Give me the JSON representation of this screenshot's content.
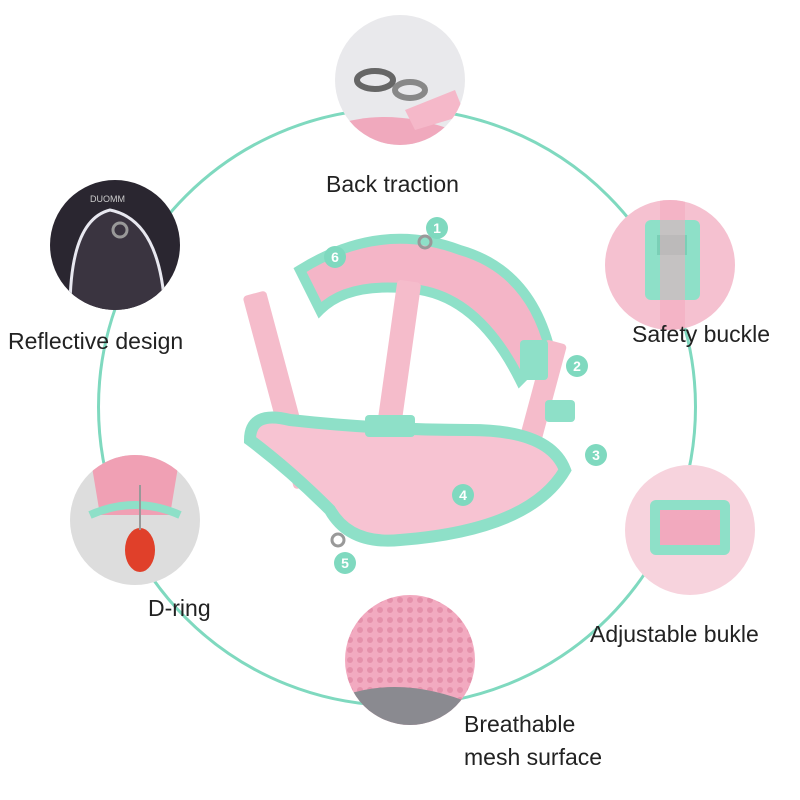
{
  "features": [
    {
      "label": "Back traction"
    },
    {
      "label": "Reflective design"
    },
    {
      "label": "Safety buckle"
    },
    {
      "label": "D-ring"
    },
    {
      "label": "Adjustable bukle"
    },
    {
      "label": "Breathable",
      "label2": "mesh surface"
    }
  ],
  "thumbnail_brand": "DUOMM",
  "badges": [
    "1",
    "2",
    "3",
    "4",
    "5",
    "6"
  ],
  "colors": {
    "accent": "#7fd9bf",
    "pink": "#f2b6c8",
    "mint": "#8ee0c8"
  }
}
